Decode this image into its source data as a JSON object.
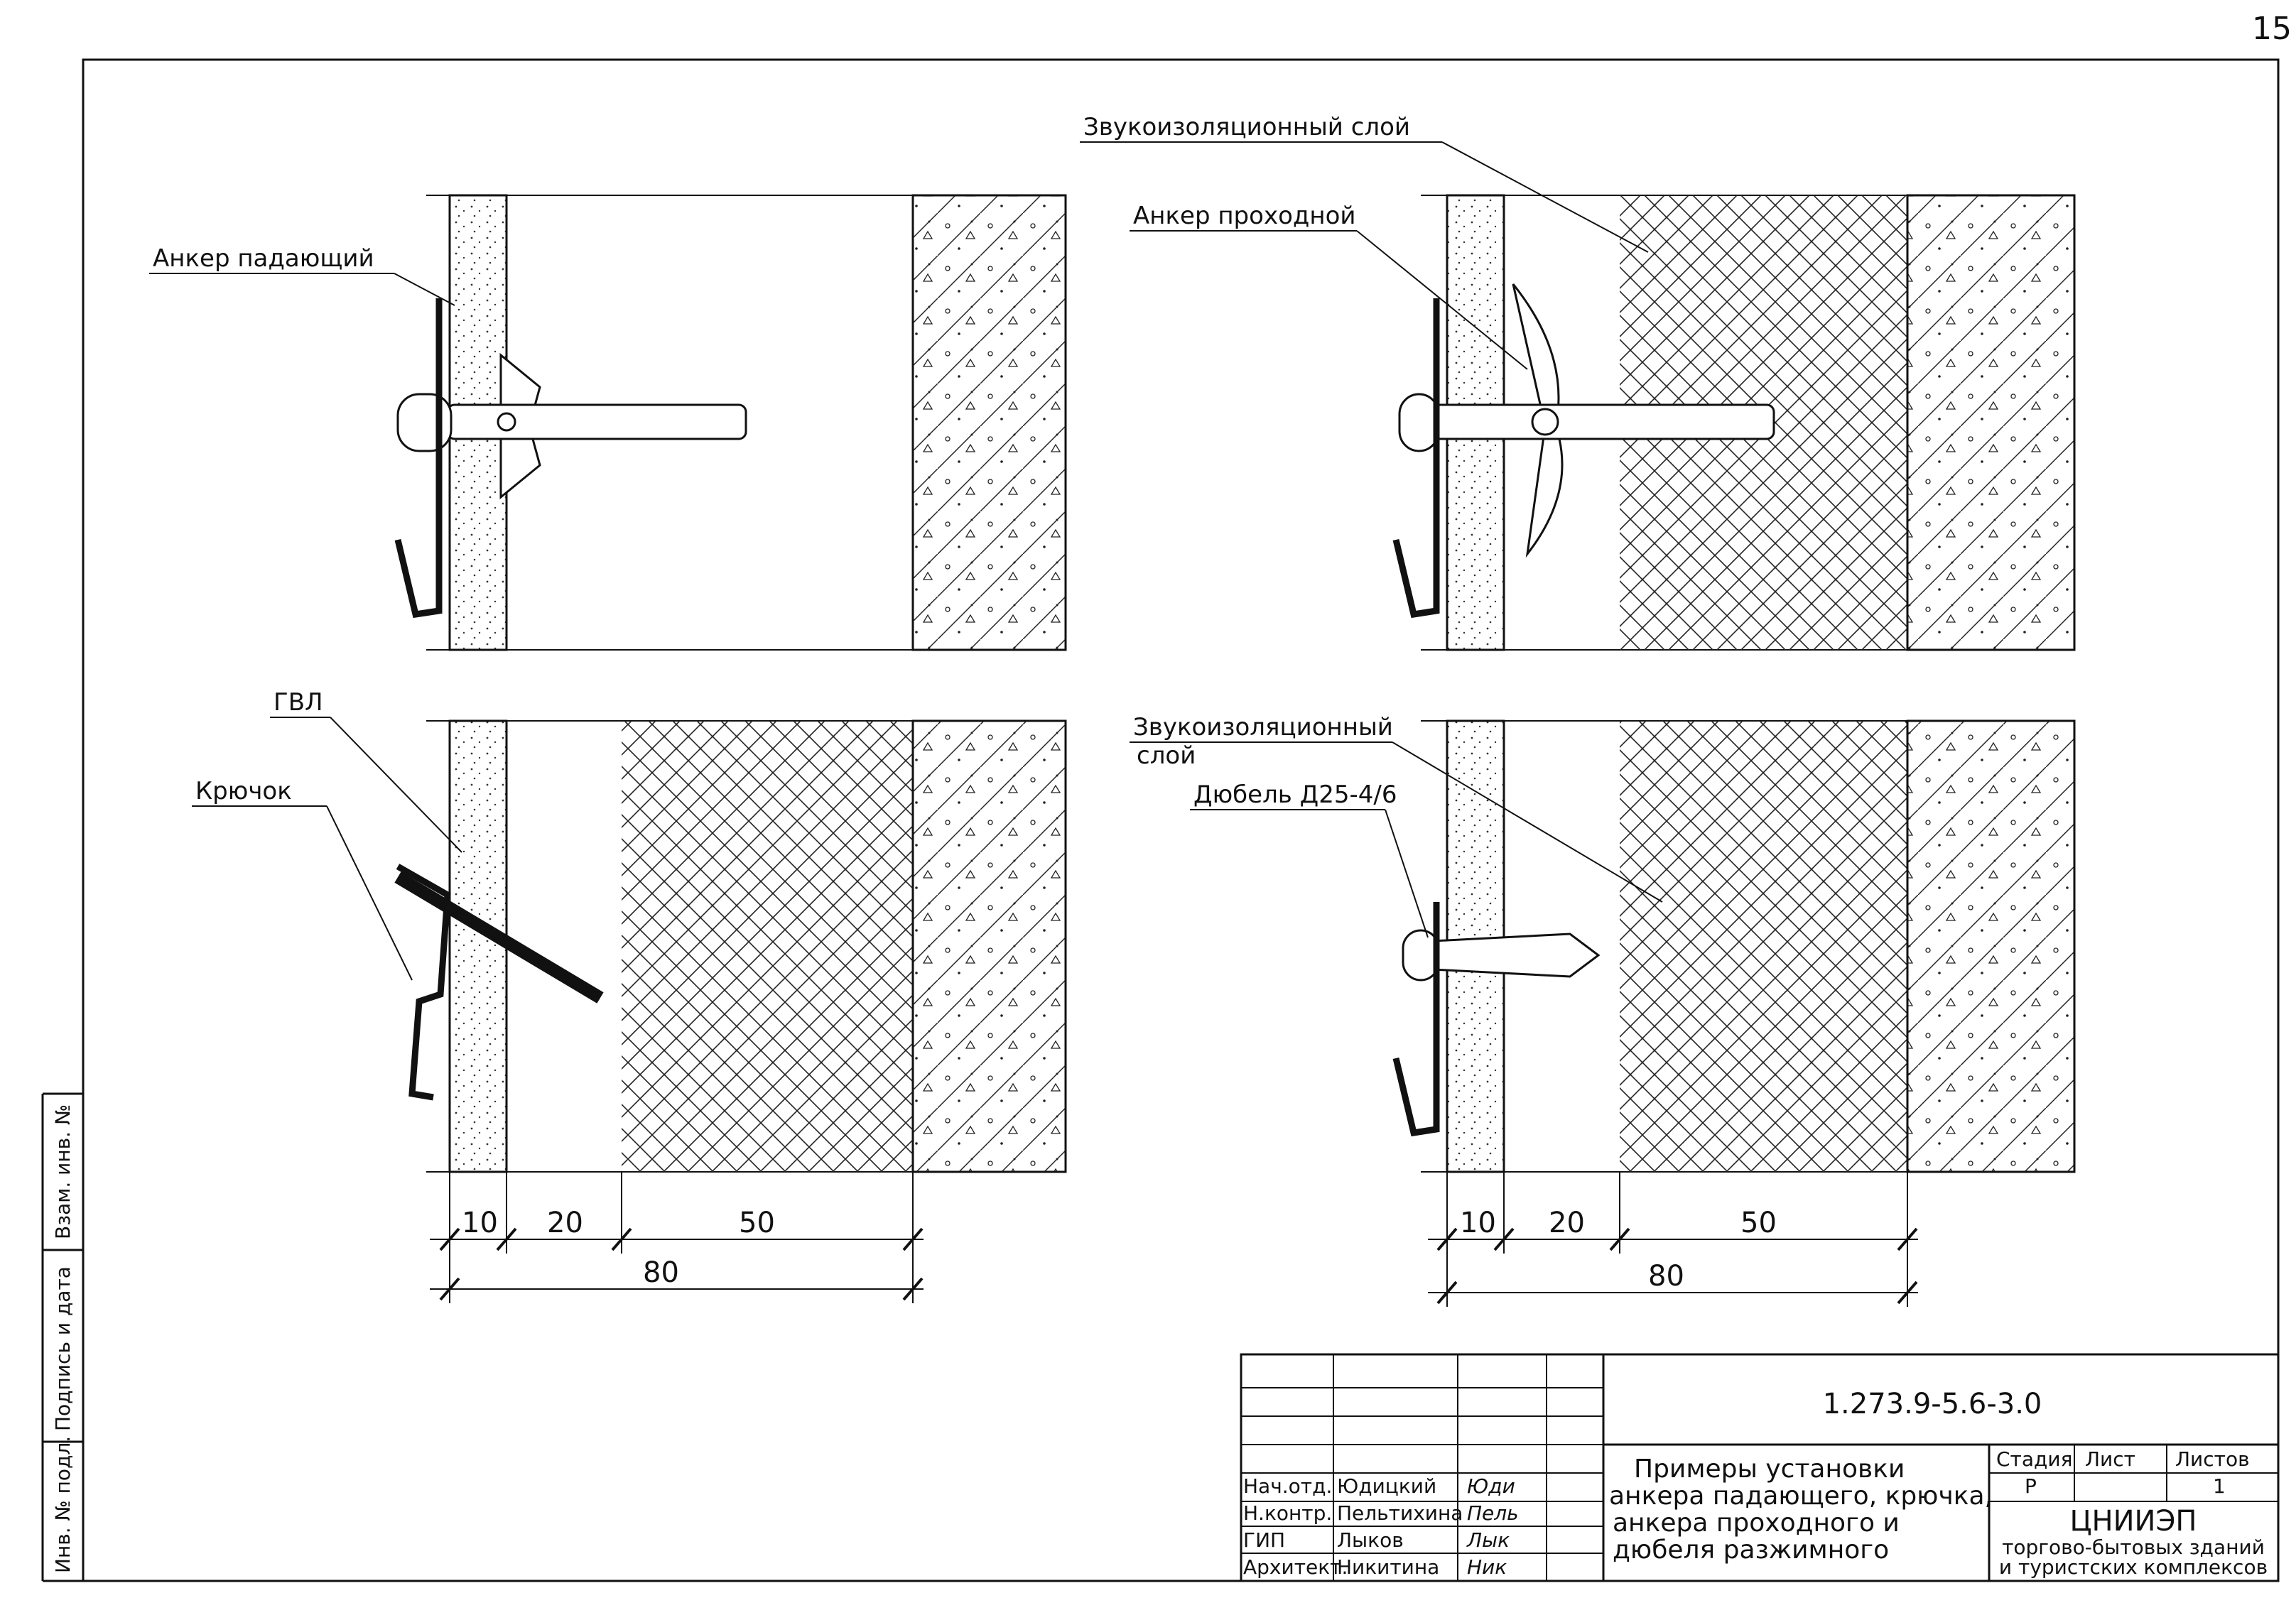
{
  "sheet_number": "15",
  "side_stamp": [
    "Инв. № подл.",
    "Подпись и дата",
    "Взам. инв. №"
  ],
  "callouts": {
    "tl_anchor": "Анкер падающий",
    "tr_anchor": "Анкер проходной",
    "tr_insulation": "Звукоизоляционный слой",
    "bl_board": "ГВЛ",
    "bl_hook": "Крючок",
    "br_insulation_1": "Звукоизоляционный",
    "br_insulation_2": "слой",
    "br_dowel": "Дюбель Д25-4/6"
  },
  "dimensions": {
    "left": [
      "10",
      "20",
      "50",
      "80"
    ],
    "right": [
      "10",
      "20",
      "50",
      "80"
    ]
  },
  "title_block": {
    "code": "1.273.9-5.6-3.0",
    "title_lines": [
      "Примеры установки",
      "анкера падающего, крючка,",
      "анкера проходного и",
      "дюбеля разжимного"
    ],
    "stage_label": "Стадия",
    "sheet_label": "Лист",
    "sheets_label": "Листов",
    "stage": "Р",
    "sheets": "1",
    "org": "ЦНИИЭП",
    "org_line2": "торгово-бытовых зданий",
    "org_line3": "и туристских комплексов",
    "staff": [
      {
        "role": "Нач.отд.",
        "name": "Юдицкий",
        "sign": "Юди"
      },
      {
        "role": "Н.контр.",
        "name": "Пельтихина",
        "sign": "Пель"
      },
      {
        "role": "ГИП",
        "name": "Лыков",
        "sign": "Лык"
      },
      {
        "role": "Архитект.",
        "name": "Никитина",
        "sign": "Ник"
      }
    ]
  }
}
